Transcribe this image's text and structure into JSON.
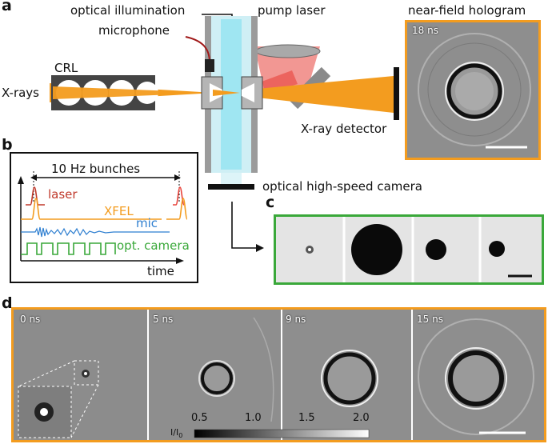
{
  "panels": {
    "a": "a",
    "b": "b",
    "c": "c",
    "d": "d"
  },
  "labels": {
    "optical_illumination": "optical illumination",
    "pump_laser": "pump laser",
    "near_field_hologram": "near-field hologram",
    "microphone": "microphone",
    "crl": "CRL",
    "xrays": "X-rays",
    "xray_detector": "X-ray detector",
    "optical_camera": "optical high-speed camera"
  },
  "hologram_time": "18 ns",
  "timing": {
    "title": "10 Hz bunches",
    "laser": "laser",
    "xfel": "XFEL",
    "mic": "mic",
    "opt_camera": "opt. camera",
    "time": "time"
  },
  "series_d": [
    {
      "time": "0 ns"
    },
    {
      "time": "5 ns"
    },
    {
      "time": "9 ns"
    },
    {
      "time": "15 ns"
    }
  ],
  "colorbar": {
    "ticks": [
      "0.5",
      "1.0",
      "1.5",
      "2.0"
    ],
    "label": "I/I",
    "label_sub": "0"
  },
  "colors": {
    "orange": "#f39c1f",
    "green": "#3aa83a",
    "laser_red": "#e8423a",
    "mic_blue": "#2f7fd0"
  }
}
